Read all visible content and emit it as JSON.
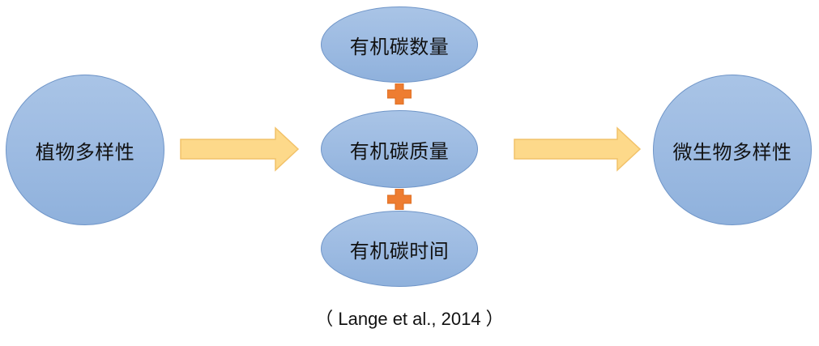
{
  "nodes": {
    "plant_diversity": "植物多样性",
    "organic_carbon_quantity": "有机碳数量",
    "organic_carbon_quality": "有机碳质量",
    "organic_carbon_time": "有机碳时间",
    "microbial_diversity": "微生物多样性"
  },
  "citation": "（ Lange et al., 2014 ）",
  "colors": {
    "node_fill": "#9dbbe2",
    "node_border": "#6f95c8",
    "arrow_fill": "#fdd98a",
    "arrow_border": "#f2c26a",
    "plus_fill": "#ee7d31"
  }
}
